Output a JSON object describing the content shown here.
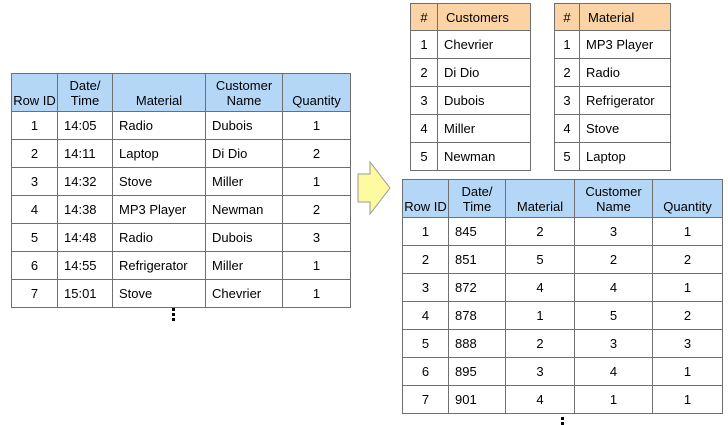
{
  "source_table": {
    "headers": [
      "Row ID",
      "Date/ Time",
      "Material",
      "Customer Name",
      "Quantity"
    ],
    "rows": [
      [
        "1",
        "14:05",
        "Radio",
        "Dubois",
        "1"
      ],
      [
        "2",
        "14:11",
        "Laptop",
        "Di Dio",
        "2"
      ],
      [
        "3",
        "14:32",
        "Stove",
        "Miller",
        "1"
      ],
      [
        "4",
        "14:38",
        "MP3 Player",
        "Newman",
        "2"
      ],
      [
        "5",
        "14:48",
        "Radio",
        "Dubois",
        "3"
      ],
      [
        "6",
        "14:55",
        "Refrigerator",
        "Miller",
        "1"
      ],
      [
        "7",
        "15:01",
        "Stove",
        "Chevrier",
        "1"
      ]
    ]
  },
  "customers_dict": {
    "headers": [
      "#",
      "Customers"
    ],
    "rows": [
      [
        "1",
        "Chevrier"
      ],
      [
        "2",
        "Di Dio"
      ],
      [
        "3",
        "Dubois"
      ],
      [
        "4",
        "Miller"
      ],
      [
        "5",
        "Newman"
      ]
    ]
  },
  "material_dict": {
    "headers": [
      "#",
      "Material"
    ],
    "rows": [
      [
        "1",
        "MP3 Player"
      ],
      [
        "2",
        "Radio"
      ],
      [
        "3",
        "Refrigerator"
      ],
      [
        "4",
        "Stove"
      ],
      [
        "5",
        "Laptop"
      ]
    ]
  },
  "encoded_table": {
    "headers": [
      "Row ID",
      "Date/ Time",
      "Material",
      "Customer Name",
      "Quantity"
    ],
    "rows": [
      [
        "1",
        "845",
        "2",
        "3",
        "1"
      ],
      [
        "2",
        "851",
        "5",
        "2",
        "2"
      ],
      [
        "3",
        "872",
        "4",
        "4",
        "1"
      ],
      [
        "4",
        "878",
        "1",
        "5",
        "2"
      ],
      [
        "5",
        "888",
        "2",
        "3",
        "3"
      ],
      [
        "6",
        "895",
        "3",
        "4",
        "1"
      ],
      [
        "7",
        "901",
        "4",
        "1",
        "1"
      ]
    ]
  },
  "colors": {
    "header_blue": "#b4d7f7",
    "header_orange": "#fcd3a5",
    "arrow_fill": "#fdfaa0",
    "border": "#6f6f6f"
  }
}
